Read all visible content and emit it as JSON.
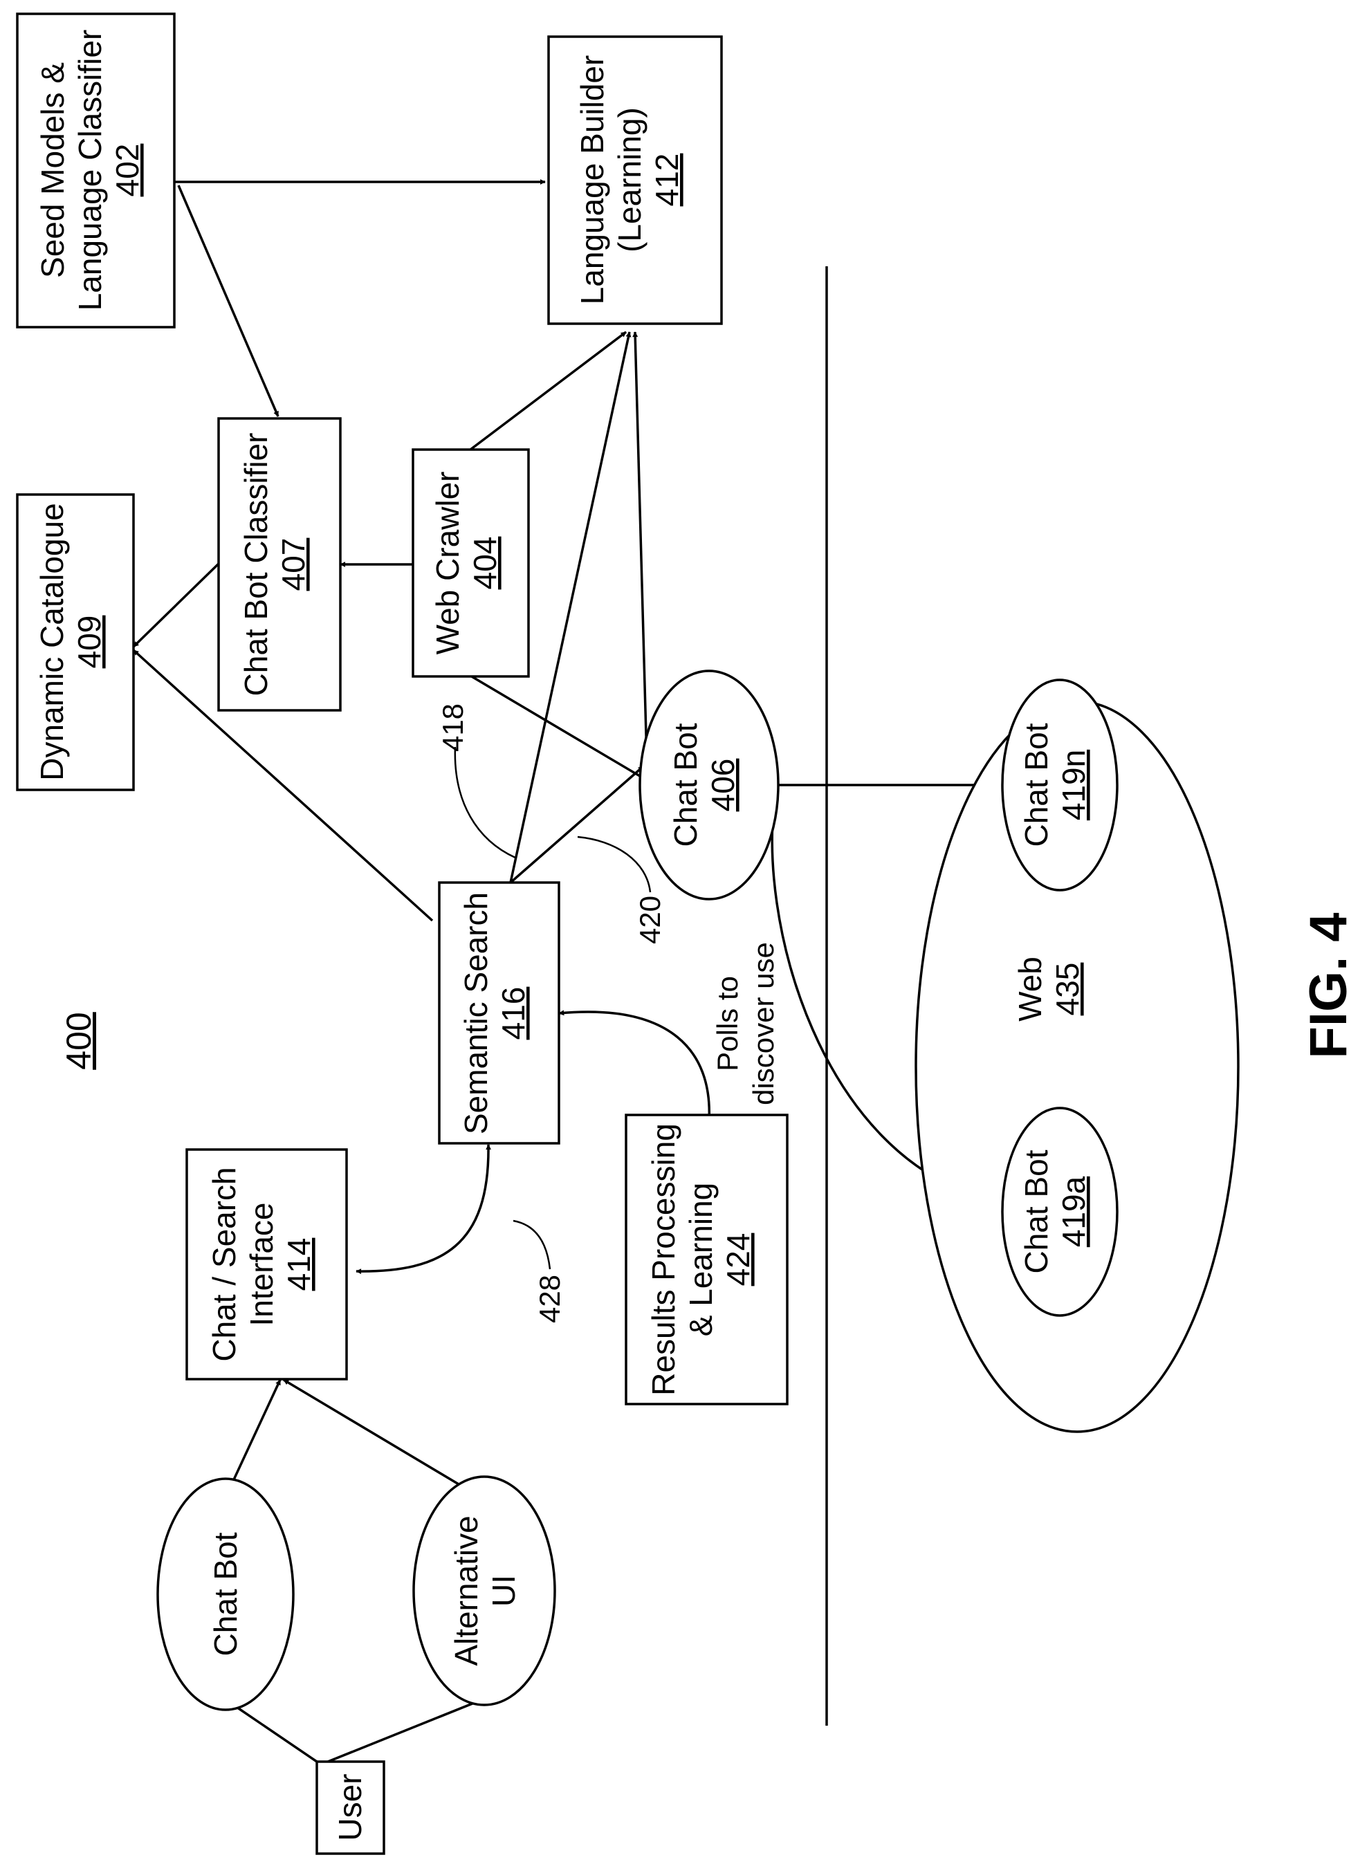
{
  "diagram": {
    "figure_ref": "400",
    "figure_label": "FIG. 4",
    "nodes": {
      "seed_models": {
        "lines": [
          "Seed Models &",
          "Language Classifier"
        ],
        "ref": "402"
      },
      "language_builder": {
        "lines": [
          "Language Builder",
          "(Learning)"
        ],
        "ref": "412"
      },
      "dynamic_catalogue": {
        "lines": [
          "Dynamic Catalogue"
        ],
        "ref": "409"
      },
      "chat_bot_classifier": {
        "lines": [
          "Chat Bot Classifier"
        ],
        "ref": "407"
      },
      "web_crawler": {
        "lines": [
          "Web Crawler"
        ],
        "ref": "404"
      },
      "chat_bot_406": {
        "lines": [
          "Chat Bot"
        ],
        "ref": "406"
      },
      "semantic_search": {
        "lines": [
          "Semantic Search"
        ],
        "ref": "416"
      },
      "chat_search_interface": {
        "lines": [
          "Chat / Search",
          "Interface"
        ],
        "ref": "414"
      },
      "results_processing": {
        "lines": [
          "Results Processing",
          "& Learning"
        ],
        "ref": "424"
      },
      "chat_bot_user": {
        "lines": [
          "Chat Bot"
        ]
      },
      "alternative_ui": {
        "lines": [
          "Alternative",
          "UI"
        ]
      },
      "user": {
        "lines": [
          "User"
        ]
      },
      "web": {
        "lines": [
          "Web"
        ],
        "ref": "435"
      },
      "chat_bot_419a": {
        "lines": [
          "Chat Bot"
        ],
        "ref": "419a"
      },
      "chat_bot_419n": {
        "lines": [
          "Chat Bot"
        ],
        "ref": "419n"
      }
    },
    "annotations": {
      "polls": [
        "Polls to",
        "discover use"
      ],
      "ref_418": "418",
      "ref_420": "420",
      "ref_428": "428"
    }
  }
}
